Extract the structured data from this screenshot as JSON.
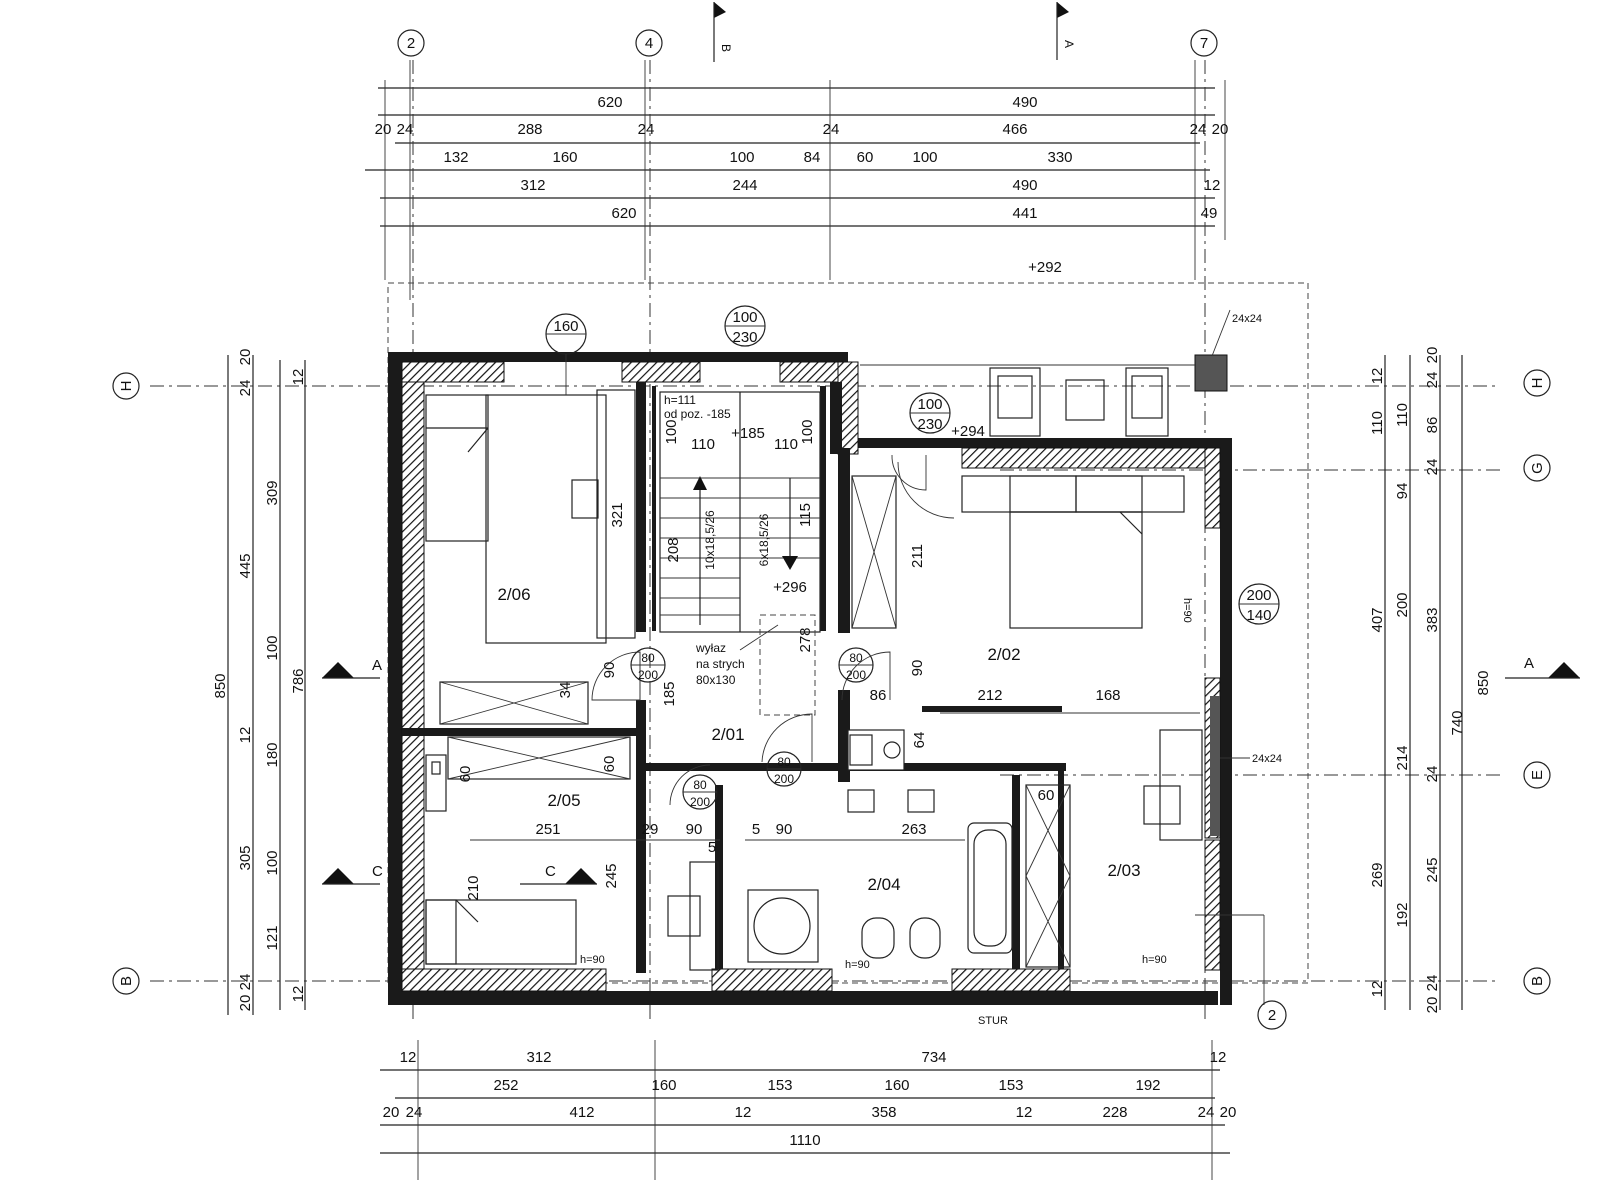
{
  "axes_top": [
    "2",
    "4",
    "7"
  ],
  "axes_left": [
    "H",
    "B"
  ],
  "axes_right": [
    "H",
    "G",
    "E",
    "B"
  ],
  "section_marks": {
    "a": "A",
    "b": "B",
    "c": "C"
  },
  "level_top": "+292",
  "dims_top": {
    "row1": [
      "620",
      "490"
    ],
    "row2": [
      "20",
      "24",
      "288",
      "24",
      "24",
      "466",
      "24",
      "20"
    ],
    "row3": [
      "132",
      "160",
      "100",
      "84",
      "60",
      "100",
      "330"
    ],
    "row4": [
      "312",
      "244",
      "490",
      "12"
    ],
    "row5": [
      "620",
      "441",
      "49"
    ]
  },
  "dims_bottom": {
    "row1": [
      "12",
      "312",
      "734",
      "12"
    ],
    "row2": [
      "252",
      "160",
      "153",
      "160",
      "153",
      "192"
    ],
    "row3": [
      "20",
      "24",
      "412",
      "12",
      "358",
      "12",
      "228",
      "24",
      "20"
    ],
    "row4": [
      "1110"
    ]
  },
  "dims_left": [
    "24",
    "20",
    "12",
    "445",
    "309",
    "850",
    "100",
    "786",
    "12",
    "180",
    "305",
    "100",
    "121",
    "24",
    "20",
    "12"
  ],
  "dims_right": [
    "12",
    "20",
    "24",
    "110",
    "110",
    "86",
    "94",
    "24",
    "407",
    "200",
    "383",
    "850",
    "740",
    "214",
    "24",
    "269",
    "245",
    "192",
    "12",
    "20",
    "24"
  ],
  "window_tags": [
    {
      "top": "160",
      "bottom": ""
    },
    {
      "top": "100",
      "bottom": "230"
    },
    {
      "top": "100",
      "bottom": "230"
    },
    {
      "top": "200",
      "bottom": "140"
    },
    {
      "top": "80",
      "bottom": "200"
    },
    {
      "top": "80",
      "bottom": "200"
    },
    {
      "top": "80",
      "bottom": "200"
    },
    {
      "top": "80",
      "bottom": "200"
    }
  ],
  "rooms": [
    {
      "id": "2/06"
    },
    {
      "id": "2/05"
    },
    {
      "id": "2/01"
    },
    {
      "id": "2/04"
    },
    {
      "id": "2/02"
    },
    {
      "id": "2/03"
    }
  ],
  "notes": {
    "stair_h": "h=111",
    "stair_od": "od poz. -185",
    "lvl185": "+185",
    "lvl296": "+296",
    "lvl294": "+294",
    "stair_a": "10x18,5/26",
    "stair_b": "6x18,5/26",
    "hatch_1": "wyłaz",
    "hatch_2": "na strych",
    "hatch_3": "80x130",
    "col_1": "24x24",
    "col_2": "24x24",
    "h90": "h=90",
    "stair_label": "STUR",
    "num_2": "2"
  },
  "inner_dims": [
    "110",
    "110",
    "100",
    "100",
    "208",
    "115",
    "321",
    "211",
    "278",
    "90",
    "185",
    "90",
    "34",
    "212",
    "168",
    "86",
    "64",
    "60",
    "60",
    "251",
    "29",
    "90",
    "5",
    "90",
    "263",
    "245",
    "210",
    "60",
    "5"
  ]
}
